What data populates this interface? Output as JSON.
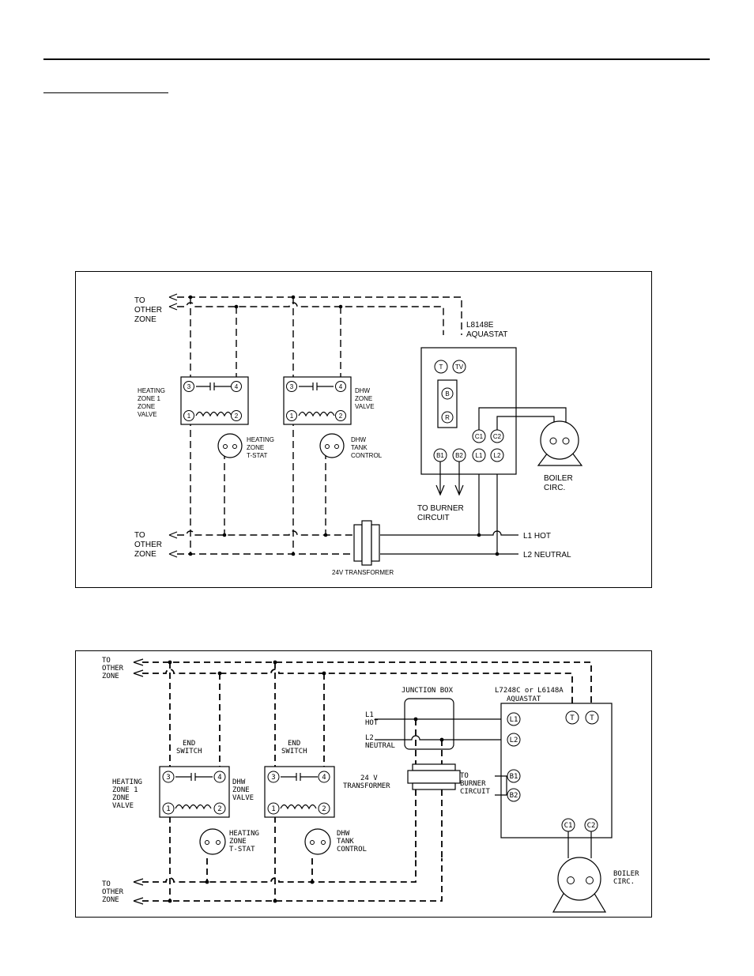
{
  "diagram1": {
    "labels": {
      "to_other_zone_top": [
        "TO",
        "OTHER",
        "ZONE"
      ],
      "to_other_zone_bottom": [
        "TO",
        "OTHER",
        "ZONE"
      ],
      "aquastat": [
        "L8148E",
        "AQUASTAT"
      ],
      "heating_zone_valve": [
        "HEATING",
        "ZONE 1",
        "ZONE",
        "VALVE"
      ],
      "dhw_zone_valve": [
        "DHW",
        "ZONE",
        "VALVE"
      ],
      "heating_tstat": [
        "HEATING",
        "ZONE",
        "T-STAT"
      ],
      "dhw_tank_control": [
        "DHW",
        "TANK",
        "CONTROL"
      ],
      "burner_circuit": [
        "TO BURNER",
        "CIRCUIT"
      ],
      "boiler_circ": [
        "BOILER",
        "CIRC."
      ],
      "l1_hot": "L1 HOT",
      "l2_neutral": "L2 NEUTRAL",
      "transformer": "24V TRANSFORMER"
    },
    "terminals": {
      "valve": [
        "3",
        "4",
        "1",
        "2"
      ],
      "aquastat_top": [
        "T",
        "TV"
      ],
      "aquastat_mid": [
        "B",
        "R"
      ],
      "aquastat_bottom": [
        "B1",
        "B2",
        "L1",
        "L2"
      ],
      "circulator": [
        "C1",
        "C2"
      ]
    }
  },
  "diagram2": {
    "labels": {
      "to_other_zone_top": [
        "TO",
        "OTHER",
        "ZONE"
      ],
      "to_other_zone_bottom": [
        "TO",
        "OTHER",
        "ZONE"
      ],
      "junction_box": "JUNCTION BOX",
      "aquastat": [
        "L7248C or L6148A",
        "AQUASTAT"
      ],
      "end_switch_1": [
        "END",
        "SWITCH"
      ],
      "end_switch_2": [
        "END",
        "SWITCH"
      ],
      "heating_zone_valve": [
        "HEATING",
        "ZONE 1",
        "ZONE",
        "VALVE"
      ],
      "dhw_zone_valve": [
        "DHW",
        "ZONE",
        "VALVE"
      ],
      "heating_tstat": [
        "HEATING",
        "ZONE",
        "T-STAT"
      ],
      "dhw_tank_control": [
        "DHW",
        "TANK",
        "CONTROL"
      ],
      "l1_hot": [
        "L1",
        "HOT"
      ],
      "l2_neutral": [
        "L2",
        "NEUTRAL"
      ],
      "transformer": [
        "24 V",
        "TRANSFORMER"
      ],
      "burner_circuit": [
        "TO",
        "BURNER",
        "CIRCUIT"
      ],
      "boiler_circ": [
        "BOILER",
        "CIRC."
      ]
    },
    "terminals": {
      "valve": [
        "3",
        "4",
        "1",
        "2"
      ],
      "aquastat_top": [
        "T",
        "T"
      ],
      "aquastat_left": [
        "L1",
        "L2",
        "B1",
        "B2"
      ],
      "circulator": [
        "C1",
        "C2"
      ]
    }
  }
}
